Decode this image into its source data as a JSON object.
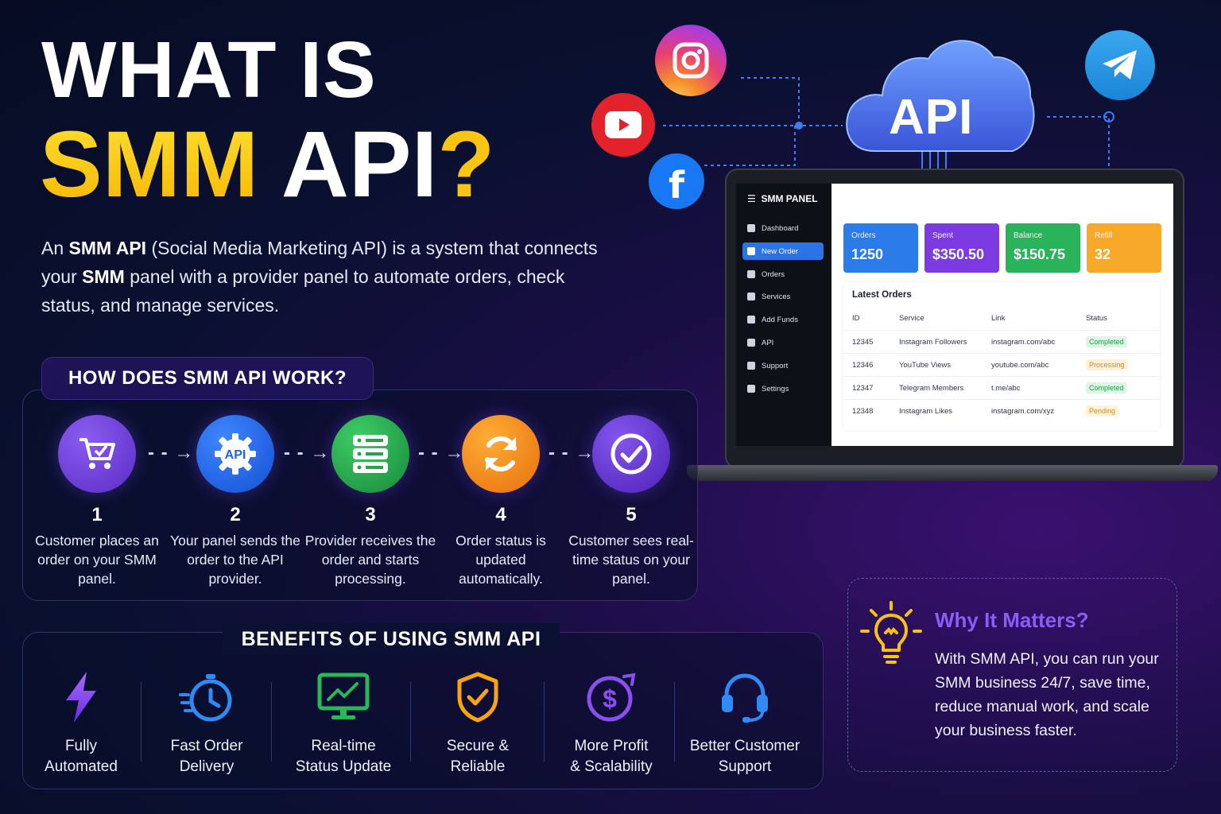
{
  "title": {
    "line1": "WHAT IS",
    "smm": "SMM",
    "api": " API",
    "q": "?"
  },
  "intro": {
    "p1": "An ",
    "b1": "SMM API",
    "p2": " (Social Media Marketing API) is a system that connects your ",
    "b2": "SMM",
    "p3": " panel with a provider panel to automate orders, check status, and manage services."
  },
  "how": {
    "title": "HOW DOES SMM API WORK?",
    "steps": [
      {
        "num": "1",
        "text": "Customer places an order on your SMM panel.",
        "icon": "cart-icon",
        "color": "#6d3ad8"
      },
      {
        "num": "2",
        "text": "Your panel sends the order to the API provider.",
        "icon": "api-gear-icon",
        "color": "#1e63e6"
      },
      {
        "num": "3",
        "text": "Provider receives the order and starts processing.",
        "icon": "server-icon",
        "color": "#22a54a"
      },
      {
        "num": "4",
        "text": "Order status is updated automatically.",
        "icon": "refresh-icon",
        "color": "#f08a0c"
      },
      {
        "num": "5",
        "text": "Customer sees real-time status on your panel.",
        "icon": "check-circle-icon",
        "color": "#6a35d6"
      }
    ]
  },
  "benefits": {
    "title": "BENEFITS OF USING SMM API",
    "items": [
      {
        "line1": "Fully",
        "line2": "Automated",
        "icon": "lightning-icon"
      },
      {
        "line1": "Fast Order",
        "line2": "Delivery",
        "icon": "stopwatch-icon"
      },
      {
        "line1": "Real-time",
        "line2": "Status Update",
        "icon": "monitor-chart-icon"
      },
      {
        "line1": "Secure &",
        "line2": "Reliable",
        "icon": "shield-check-icon"
      },
      {
        "line1": "More Profit",
        "line2": "& Scalability",
        "icon": "dollar-circle-icon"
      },
      {
        "line1": "Better Customer",
        "line2": "Support",
        "icon": "headset-icon"
      }
    ]
  },
  "why": {
    "title": "Why It Matters?",
    "text": "With SMM API, you can run your SMM business 24/7, save time, reduce manual work, and scale your business faster."
  },
  "cloud": {
    "label": "API"
  },
  "panel": {
    "title": "SMM PANEL",
    "nav": [
      "Dashboard",
      "New Order",
      "Orders",
      "Services",
      "Add Funds",
      "API",
      "Support",
      "Settings"
    ],
    "active_nav": "New Order",
    "cards": [
      {
        "label": "Orders",
        "value": "1250",
        "color": "#2b7be8"
      },
      {
        "label": "Spent",
        "value": "$350.50",
        "color": "#7b3be0"
      },
      {
        "label": "Balance",
        "value": "$150.75",
        "color": "#2bb35c"
      },
      {
        "label": "Refill",
        "value": "32",
        "color": "#f8a92a"
      }
    ],
    "orders_title": "Latest Orders",
    "columns": [
      "ID",
      "Service",
      "Link",
      "Status"
    ],
    "rows": [
      {
        "id": "12345",
        "service": "Instagram Followers",
        "link": "instagram.com/abc",
        "status": "Completed"
      },
      {
        "id": "12346",
        "service": "YouTube Views",
        "link": "youtube.com/abc",
        "status": "Processing"
      },
      {
        "id": "12347",
        "service": "Telegram Members",
        "link": "t.me/abc",
        "status": "Completed"
      },
      {
        "id": "12348",
        "service": "Instagram Likes",
        "link": "instagram.com/xyz",
        "status": "Pending"
      }
    ]
  }
}
